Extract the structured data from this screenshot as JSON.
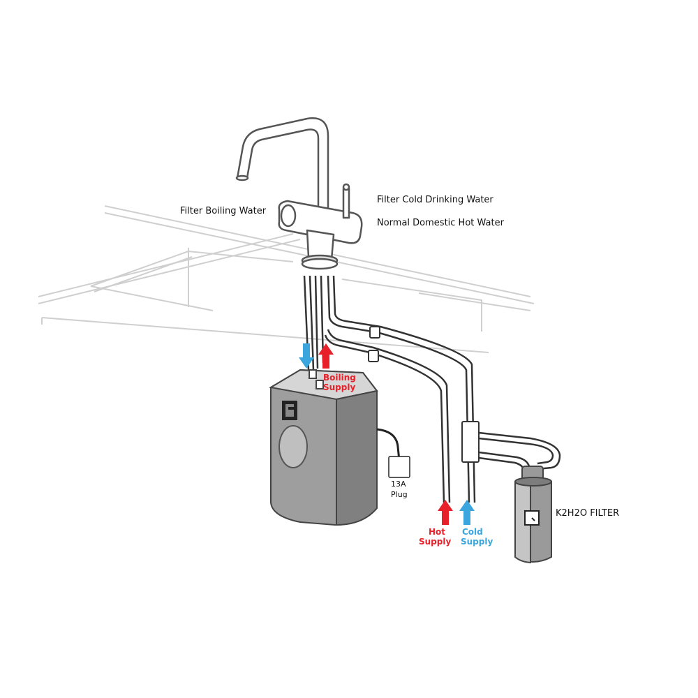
{
  "labels": {
    "filter_boiling": "Filter Boiling  Water",
    "filter_cold": "Filter Cold Drinking Water",
    "normal_hot": "Normal Domestic Hot Water",
    "plug_line1": "13A",
    "plug_line2": "Plug",
    "filter_name": "K2H2O FILTER",
    "boiling_line1": "Boiling",
    "boiling_line2": "Supply",
    "hot_line1": "Hot",
    "hot_line2": "Supply",
    "cold_line1": "Cold",
    "cold_line2": "Supply"
  },
  "colors": {
    "hot_arrow": "#e8202a",
    "cold_arrow": "#3aa6dd",
    "line": "#444444",
    "sink_line": "#cccccc"
  },
  "icons": {
    "boiler_logo": "boiler-logo-icon",
    "filter_logo": "filter-logo-icon"
  }
}
